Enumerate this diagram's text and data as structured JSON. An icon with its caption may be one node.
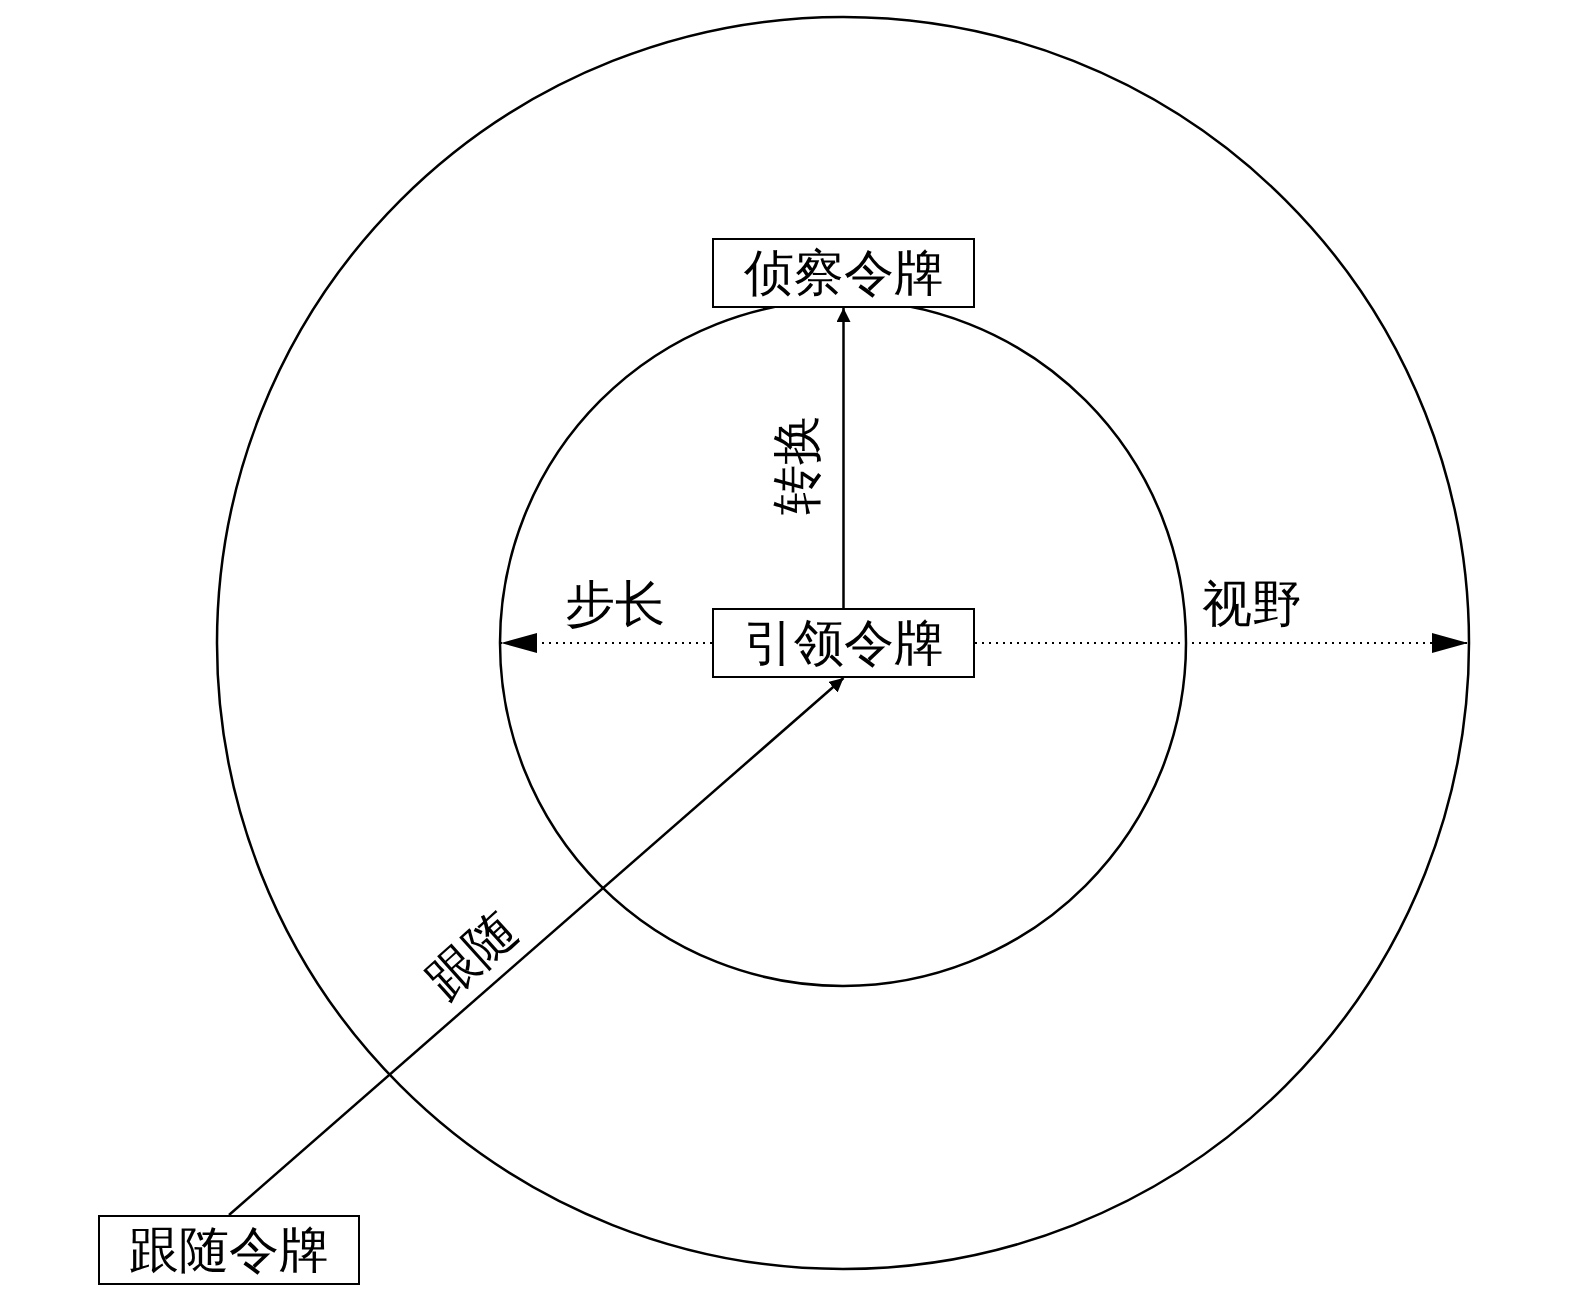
{
  "diagram": {
    "nodes": [
      {
        "text": [
          "侦察令牌"
        ]
      },
      {
        "text": [
          "引领令牌"
        ]
      },
      {
        "text": [
          "跟随令牌"
        ]
      }
    ],
    "edges": [
      {
        "from": 1,
        "to": 0,
        "arrow": "to",
        "label": "转换"
      },
      {
        "from": 2,
        "to": 1,
        "arrow": "to",
        "label": "跟随"
      }
    ],
    "labels": [
      "步长",
      "视野"
    ]
  }
}
